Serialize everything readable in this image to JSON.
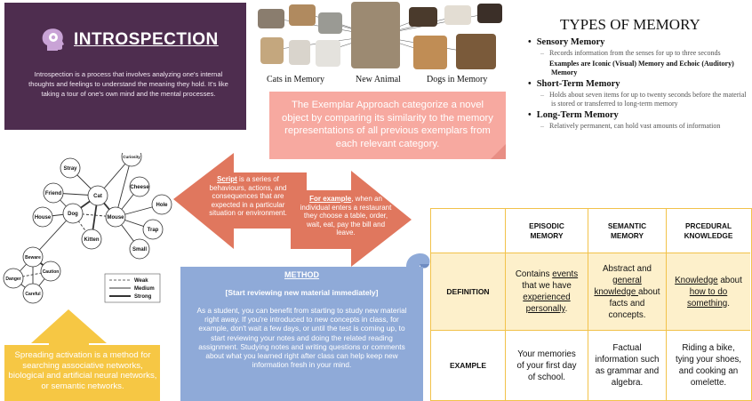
{
  "introspection": {
    "title": "INTROSPECTION",
    "body": "Introspection is a process that involves analyzing one's internal thoughts and feelings to understand the meaning they hold. It's like taking a tour of one's own mind and the mental processes."
  },
  "photos": {
    "captions": [
      "Cats in Memory",
      "New Animal",
      "Dogs in Memory"
    ]
  },
  "exemplar": {
    "text": "The Exemplar Approach categorize a novel object by comparing its similarity to the memory representations of all previous exemplars from each relevant category."
  },
  "types_of_memory": {
    "title": "TYPES OF MEMORY",
    "sensory": "Sensory Memory",
    "sensory_desc": "Records information from the senses for up to three seconds",
    "sensory_examples": "Examples are Iconic (Visual) Memory and Echoic (Auditory) Memory",
    "short_term": "Short-Term Memory",
    "short_term_desc": "Holds about seven items for up to twenty seconds before the material is stored or transferred to long-term memory",
    "long_term": "Long-Term Memory",
    "long_term_desc": "Relatively permanent, can hold vast amounts of information"
  },
  "script": {
    "word": "Script",
    "rest": " is a series of behaviours, actions, and consequences that are expected in a particular situation or environment."
  },
  "for_example": {
    "word": "For example",
    "rest": ", when an individual enters a restaurant they choose a table, order, wait, eat, pay the bill and leave."
  },
  "network": {
    "nodes": [
      "Stray",
      "Curiosity",
      "Friend",
      "Cat",
      "Cheese",
      "House",
      "Dog",
      "Mouse",
      "Hole",
      "Kitten",
      "Trap",
      "Small",
      "Beware",
      "Danger",
      "Caution",
      "Careful"
    ],
    "legend": [
      "Weak",
      "Medium",
      "Strong"
    ]
  },
  "method": {
    "title": "METHOD",
    "subtitle": "[Start reviewing new material immediately]",
    "body": "As a student, you can benefit from starting to study new material right away. If you're introduced to new concepts in class, for example, don't wait a few days, or until the test is coming up, to start reviewing your notes and doing the related reading assignment. Studying notes and writing questions or comments about what you learned right after class can help keep new information fresh in your mind."
  },
  "spreading": {
    "text": "Spreading activation is a method for searching associative networks, biological and artificial neural networks, or semantic networks."
  },
  "table": {
    "headers": [
      "EPISODIC MEMORY",
      "SEMANTIC MEMORY",
      "PRCEDURAL KNOWLEDGE"
    ],
    "definition_label": "DEFINITION",
    "example_label": "EXAMPLE",
    "def_episodic": {
      "a": "Contains ",
      "b": "events",
      "c": " that we have ",
      "d": "experienced personally",
      "e": "."
    },
    "def_semantic": {
      "a": "Abstract and ",
      "b": "general knowledge ",
      "c": "about facts and concepts."
    },
    "def_procedural": {
      "a": "Knowledge",
      "b": " about ",
      "c": "how to do something",
      "d": "."
    },
    "ex_episodic": "Your memories of your first day of school.",
    "ex_semantic": "Factual information such as grammar and algebra.",
    "ex_procedural": "Riding a bike, tying your shoes, and cooking an omelette."
  },
  "colors": {
    "intro_bg": "#4e2d4f",
    "exemplar_bg": "#f7a9a0",
    "arrow": "#e0775e",
    "method_bg": "#8faad8",
    "yellow": "#f6c744",
    "table_border": "#f2c24a",
    "table_row": "#fdf0cb"
  }
}
